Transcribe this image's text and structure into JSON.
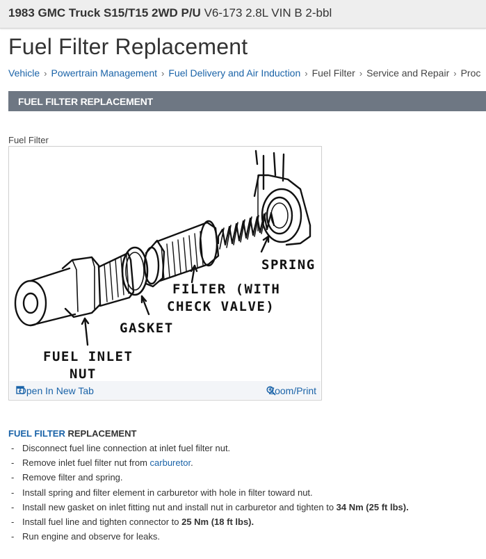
{
  "header": {
    "vehicle_bold": "1983 GMC Truck S15/T15 2WD P/U",
    "vehicle_rest": "V6-173 2.8L VIN B 2-bbl"
  },
  "page": {
    "title": "Fuel Filter Replacement"
  },
  "breadcrumb": [
    {
      "label": "Vehicle",
      "link": true
    },
    {
      "label": "Powertrain Management",
      "link": true
    },
    {
      "label": "Fuel Delivery and Air Induction",
      "link": true
    },
    {
      "label": "Fuel Filter",
      "link": false
    },
    {
      "label": "Service and Repair",
      "link": false
    },
    {
      "label": "Proc",
      "link": false
    }
  ],
  "section": {
    "title": "FUEL FILTER REPLACEMENT"
  },
  "figure": {
    "caption": "Fuel Filter",
    "labels": {
      "spring": "SPRING",
      "filter_line1": "FILTER (WITH",
      "filter_line2": "CHECK VALVE)",
      "gasket": "GASKET",
      "nut_line1": "FUEL INLET",
      "nut_line2": "NUT"
    },
    "open_label": "Open In New Tab",
    "zoom_label": "Zoom/Print"
  },
  "instructions": {
    "heading_link": "FUEL FILTER",
    "heading_rest": " REPLACEMENT",
    "steps": [
      {
        "pre": "Disconnect fuel line connection at inlet fuel filter nut.",
        "link": "",
        "bold": "",
        "post": ""
      },
      {
        "pre": "Remove inlet fuel filter nut from ",
        "link": "carburetor",
        "bold": "",
        "post": "."
      },
      {
        "pre": "Remove filter and spring.",
        "link": "",
        "bold": "",
        "post": ""
      },
      {
        "pre": "Install spring and filter element in carburetor with hole in filter toward nut.",
        "link": "",
        "bold": "",
        "post": ""
      },
      {
        "pre": "Install new gasket on inlet fitting nut and install nut in carburetor and tighten to ",
        "link": "",
        "bold": "34 Nm (25 ft lbs).",
        "post": ""
      },
      {
        "pre": "Install fuel line and tighten connector to ",
        "link": "",
        "bold": "25 Nm (18 ft lbs).",
        "post": ""
      },
      {
        "pre": "Run engine and observe for leaks.",
        "link": "",
        "bold": "",
        "post": ""
      }
    ]
  },
  "colors": {
    "link": "#1a63a8",
    "section_bar": "#6e7783",
    "topbar": "#eeeeee"
  }
}
